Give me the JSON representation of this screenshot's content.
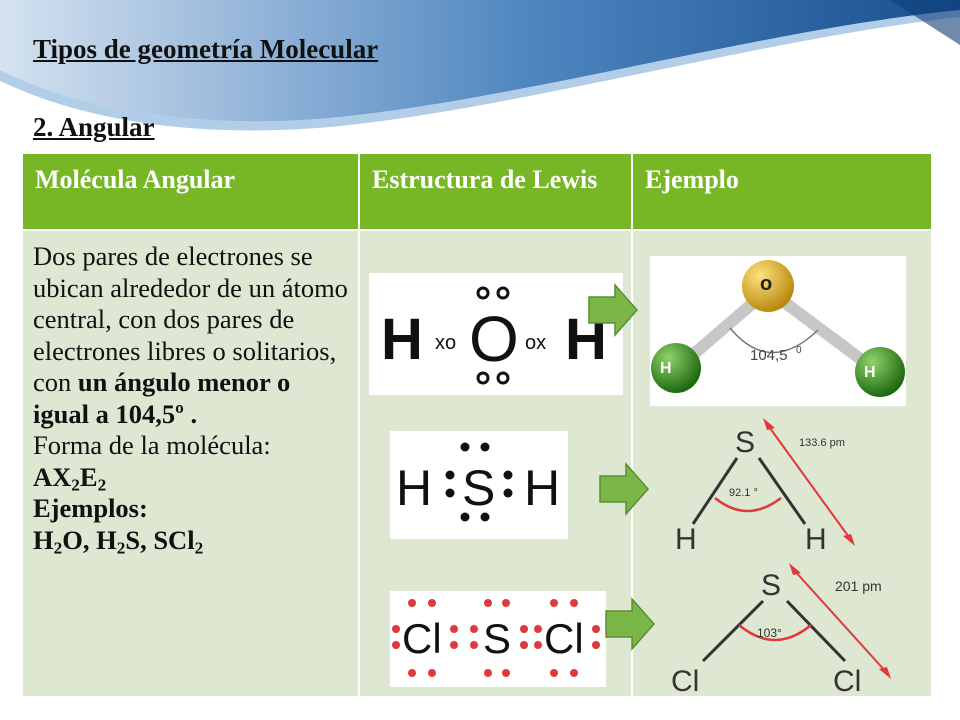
{
  "slide": {
    "title": "Tipos de geometría Molecular",
    "subtitle": "2. Angular"
  },
  "table": {
    "headers": [
      "Molécula Angular",
      "Estructura de Lewis",
      "Ejemplo"
    ],
    "description": {
      "text_plain": "Dos pares de electrones se ubican alrededor de un átomo central, con dos pares de electrones libres o solitarios, con ",
      "text_bold": "un ángulo menor o igual a 104,5º .",
      "forma_label": "Forma de la molécula:",
      "formula": "AX2E2",
      "ejemplos_label": "Ejemplos:",
      "ejemplos": "H2O, H2S, SCl2"
    },
    "lewis": {
      "water": {
        "left": "H",
        "left_sym": "xo",
        "center": "O",
        "right_sym": "ox",
        "right": "H"
      },
      "h2s": {
        "left": "H",
        "center": "S",
        "right": "H"
      },
      "scl2": {
        "left": "Cl",
        "center": "S",
        "right": "Cl"
      }
    },
    "examples": {
      "water": {
        "center": "o",
        "left": "H",
        "right": "H",
        "angle": "104,5"
      },
      "h2s": {
        "center": "S",
        "left": "H",
        "right": "H",
        "angle": "92.1 °",
        "bond": "133.6 pm"
      },
      "scl2": {
        "center": "S",
        "left": "Cl",
        "right": "Cl",
        "angle": "103°",
        "bond": "201 pm"
      }
    }
  },
  "colors": {
    "header_green": "#77b726",
    "cell_bg": "#dde7d1",
    "arrow_green": "#7ab648",
    "dot_red": "#e0393c",
    "banner_blue": "#1f5fa0"
  }
}
